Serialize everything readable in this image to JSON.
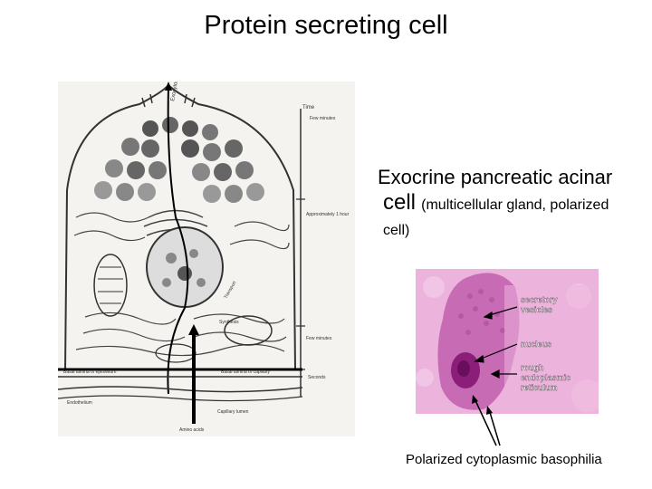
{
  "title": "Protein secreting cell",
  "diagram": {
    "labels": {
      "exocytosis": "Exocytosis",
      "time": "Time",
      "few_minutes": "Few minutes",
      "approx_1hour": "Approximately 1 hour",
      "few_minutes_2": "Few minutes",
      "seconds": "Seconds",
      "synthesis": "Synthesis",
      "transport": "Transport",
      "basal_lamina_epithelium": "Basal lamina of epithelium",
      "basal_lamina_capillary": "Basal lamina of capillary",
      "endothelium": "Endothelium",
      "capillary_lumen": "Capillary lumen",
      "amino_acids": "Amino acids"
    }
  },
  "caption_exocrine": {
    "line1": "Exocrine pancreatic acinar",
    "line2_big": "cell",
    "line2_small": "(multicellular gland, polarized",
    "line3": "cell)"
  },
  "micrograph": {
    "labels": {
      "secretory_vesicles": "secretory vesicles",
      "nucleus": "nucleus",
      "rough_er": "rough endoplasmic reticulum"
    },
    "label_lines": {
      "secretory_1": "secretory",
      "secretory_2": "vesicles",
      "nucleus": "nucleus",
      "rough_1": "rough",
      "rough_2": "endoplasmic",
      "rough_3": "reticulum"
    }
  },
  "caption_basophilia": "Polarized cytoplasmic basophilia",
  "colors": {
    "micrograph_bg": "#e8a9d8",
    "cytoplasm": "#c76bb5",
    "nucleus": "#8a1e78",
    "label_text": "#ffffff"
  }
}
